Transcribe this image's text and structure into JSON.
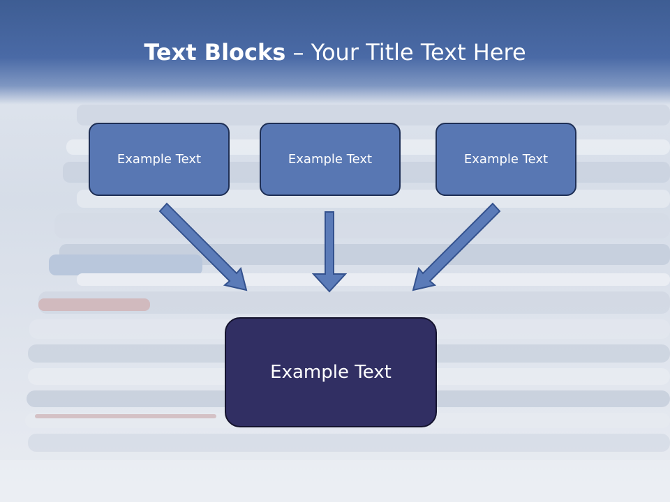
{
  "slide": {
    "title_bold": "Text Blocks",
    "title_separator": " – ",
    "title_rest": "Your Title Text Here"
  },
  "source_boxes": [
    {
      "label": "Example Text"
    },
    {
      "label": "Example Text"
    },
    {
      "label": "Example Text"
    }
  ],
  "target_box": {
    "label": "Example Text"
  },
  "colors": {
    "header": "#4a6aa6",
    "source_box_fill": "#5877b3",
    "target_box_fill": "#312f63",
    "arrow": "#5b7bb8"
  }
}
